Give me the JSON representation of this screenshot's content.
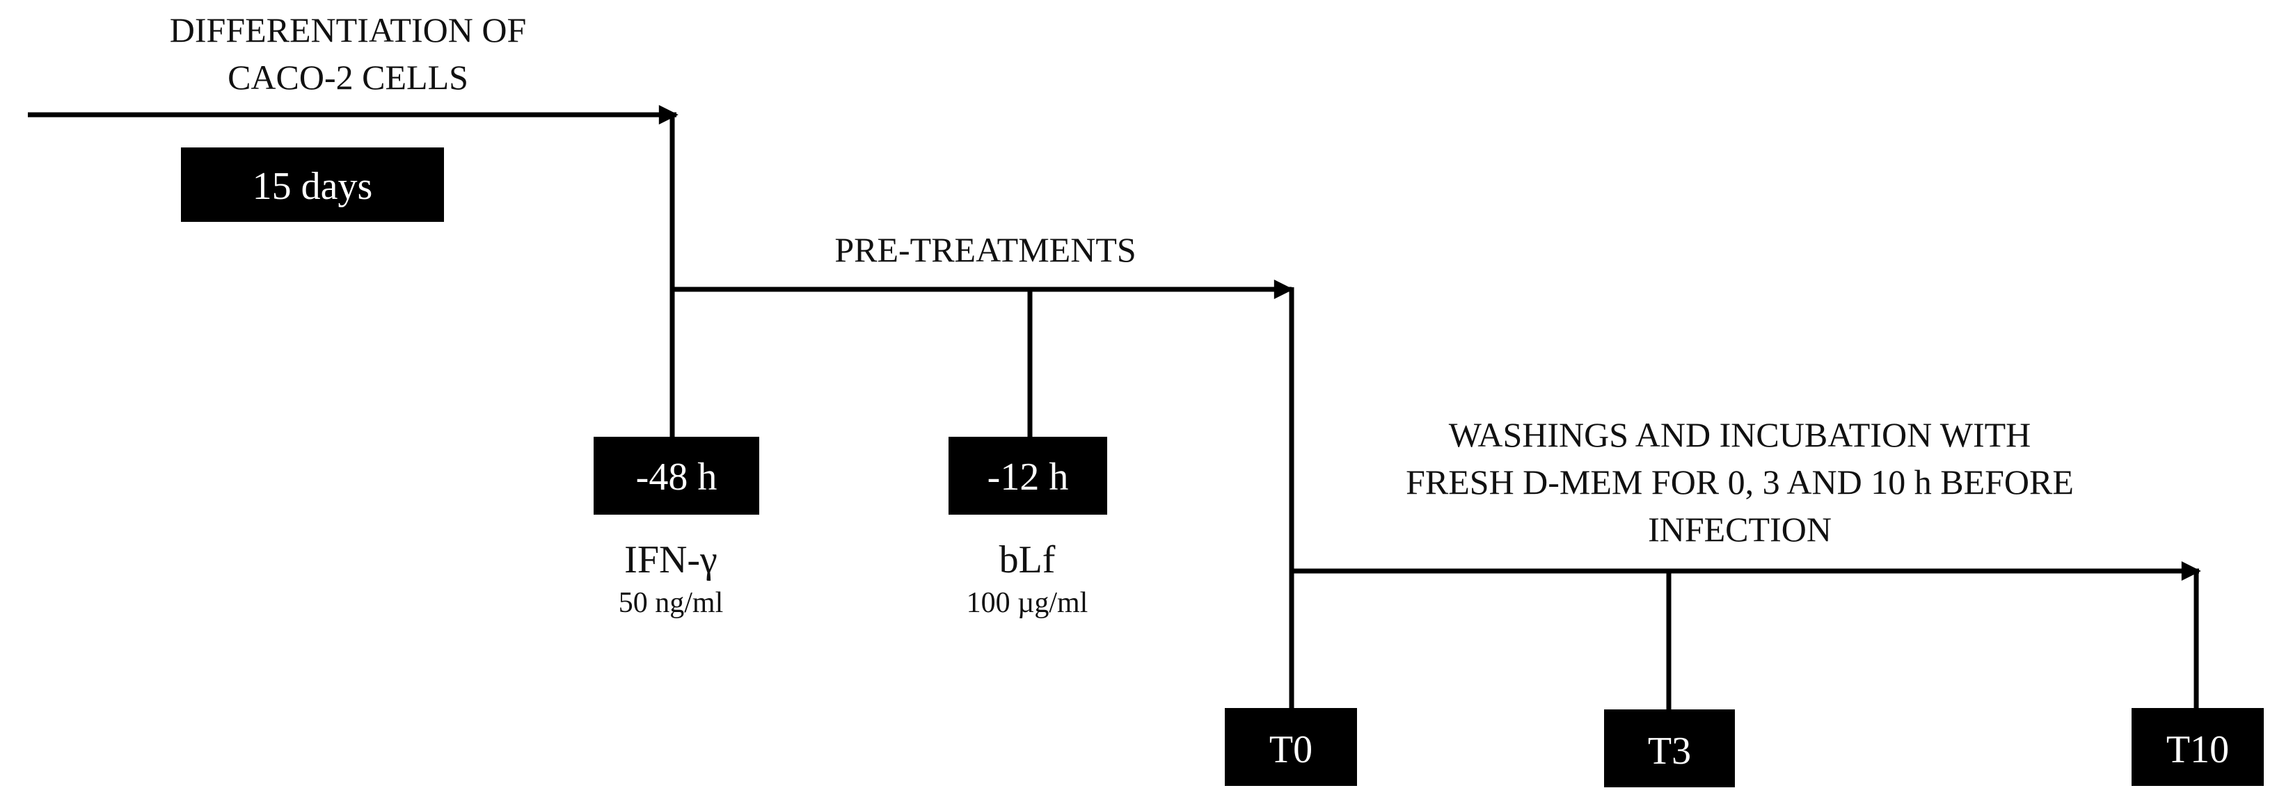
{
  "phase1": {
    "title_line1": "DIFFERENTIATION OF",
    "title_line2": "CACO-2 CELLS",
    "duration": "15 days"
  },
  "phase2": {
    "title": "PRE-TREATMENTS",
    "step1": {
      "time": "-48 h",
      "agent": "IFN-γ",
      "dose": "50 ng/ml"
    },
    "step2": {
      "time": "-12 h",
      "agent": "bLf",
      "dose": "100 µg/ml"
    }
  },
  "phase3": {
    "title_line1": "WASHINGS AND INCUBATION WITH",
    "title_line2": "FRESH D-MEM FOR 0, 3 AND 10 h BEFORE",
    "title_line3": "INFECTION",
    "t0": "T0",
    "t3": "T3",
    "t10": "T10"
  },
  "colors": {
    "line": "#000000",
    "box": "#000000",
    "box_text": "#ffffff"
  }
}
